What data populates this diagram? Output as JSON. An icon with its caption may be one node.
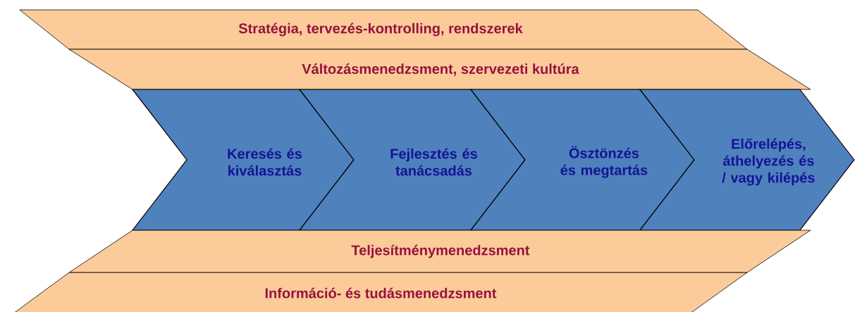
{
  "diagram": {
    "nodes": [
      {
        "text": [
          "Stratégia, tervezés-kontrolling, rendszerek"
        ]
      },
      {
        "text": [
          "Változásmenedzsment, szervezeti kultúra"
        ]
      },
      {
        "text": [
          "Keresés és kiválasztás"
        ]
      },
      {
        "text": [
          "Fejlesztés és tanácsadás"
        ]
      },
      {
        "text": [
          "Ösztönzés és megtartás"
        ]
      },
      {
        "text": [
          "Előrelépés, áthelyezés és / vagy kilépés"
        ]
      },
      {
        "text": [
          "Teljesítménymenedzsment"
        ]
      },
      {
        "text": [
          "Információ- és tudásmenedzsment"
        ]
      }
    ]
  }
}
